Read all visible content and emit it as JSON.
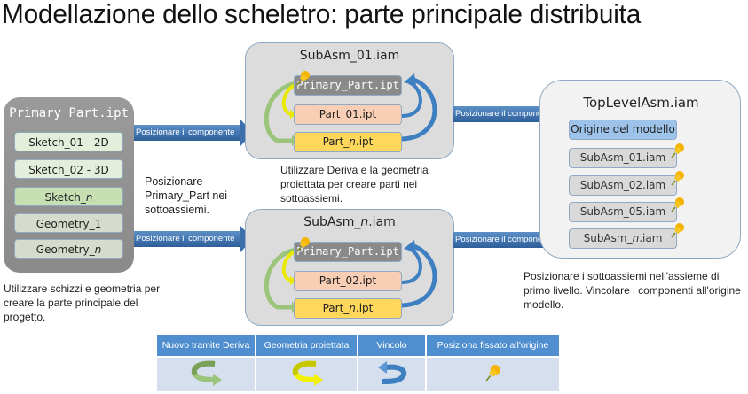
{
  "title": "Modellazione dello scheletro: parte principale distribuita",
  "primary_part": {
    "title": "Primary_Part.ipt",
    "items": [
      {
        "label": "Sketch_01 - 2D",
        "color": "#e3efda"
      },
      {
        "label": "Sketch_02 - 3D",
        "color": "#e3efda"
      },
      {
        "label": "Sketch_",
        "label_italic": "n",
        "color": "#c6e0b4"
      },
      {
        "label": "Geometry_1",
        "color": "#d6dccd"
      },
      {
        "label": "Geometry_",
        "label_italic": "n",
        "color": "#d6dccd"
      }
    ],
    "description": "Utilizzare schizzi e geometria per creare la parte principale del progetto."
  },
  "arrows": {
    "place_component": "Posizionare il componente"
  },
  "middle_note": "Posizionare Primary_Part nei sottoassiemi.",
  "subassemblies": [
    {
      "title": "SubAsm_01.iam",
      "title_italic": "",
      "primary": "Primary_Part.ipt",
      "part": "Part_01.ipt",
      "part_n_prefix": "Part_",
      "part_n_italic": "n",
      "part_n_suffix": ".ipt"
    },
    {
      "title": "SubAsm_",
      "title_italic": "n",
      "title_suffix": ".iam",
      "primary": "Primary_Part.ipt",
      "part": "Part_02.ipt",
      "part_n_prefix": "Part_",
      "part_n_italic": "n",
      "part_n_suffix": ".ipt"
    }
  ],
  "sub_description": "Utilizzare Deriva e la geometria proiettata per creare parti nei sottoassiemi.",
  "top_level": {
    "title": "TopLevelAsm.iam",
    "origin": "Origine del modello",
    "items": [
      {
        "prefix": "SubAsm_01.iam",
        "italic": "",
        "suffix": ""
      },
      {
        "prefix": "SubAsm_02.iam",
        "italic": "",
        "suffix": ""
      },
      {
        "prefix": "SubAsm_05.iam",
        "italic": "",
        "suffix": ""
      },
      {
        "prefix": "SubAsm_",
        "italic": "n",
        "suffix": ".iam"
      }
    ],
    "description": "Posizionare i sottoassiemi nell'assieme di primo livello. Vincolare i componenti all'origine modello."
  },
  "legend": {
    "headers": [
      "Nuovo tramite Deriva",
      "Geometria proiettata",
      "Vincolo",
      "Posiziona fissato all'origine"
    ],
    "icons": [
      "green-derive-arrow-icon",
      "yellow-projected-arrow-icon",
      "blue-constraint-arrow-icon",
      "pushpin-icon"
    ]
  },
  "colors": {
    "derive_green": "#9bc57a",
    "projected_yellow": "#f2f200",
    "constraint_blue": "#3e7fc1",
    "arrow_blue": "#3f72ad",
    "legend_header": "#4f8fd0",
    "legend_cell": "#d5dfee",
    "part_peach": "#f8cfb5",
    "part_n_yellow": "#fed75b",
    "origin_blue": "#9ec3ea"
  }
}
